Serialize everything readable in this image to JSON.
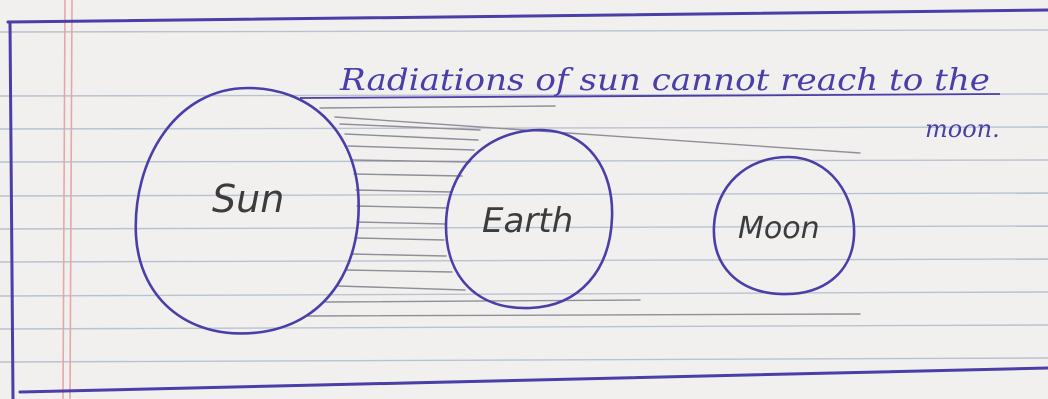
{
  "caption": {
    "line1": "Radiations of sun cannot reach to the",
    "line2": "moon."
  },
  "bodies": {
    "sun": "Sun",
    "earth": "Earth",
    "moon": "Moon"
  },
  "colors": {
    "paper": "#f1f0ee",
    "ruled_line": "#b9c2d0",
    "margin_line": "#e3a8a8",
    "ink_blue": "#4a3ea8",
    "ink_pencil": "#3c3c3c",
    "ray_line": "#8f8f99"
  }
}
